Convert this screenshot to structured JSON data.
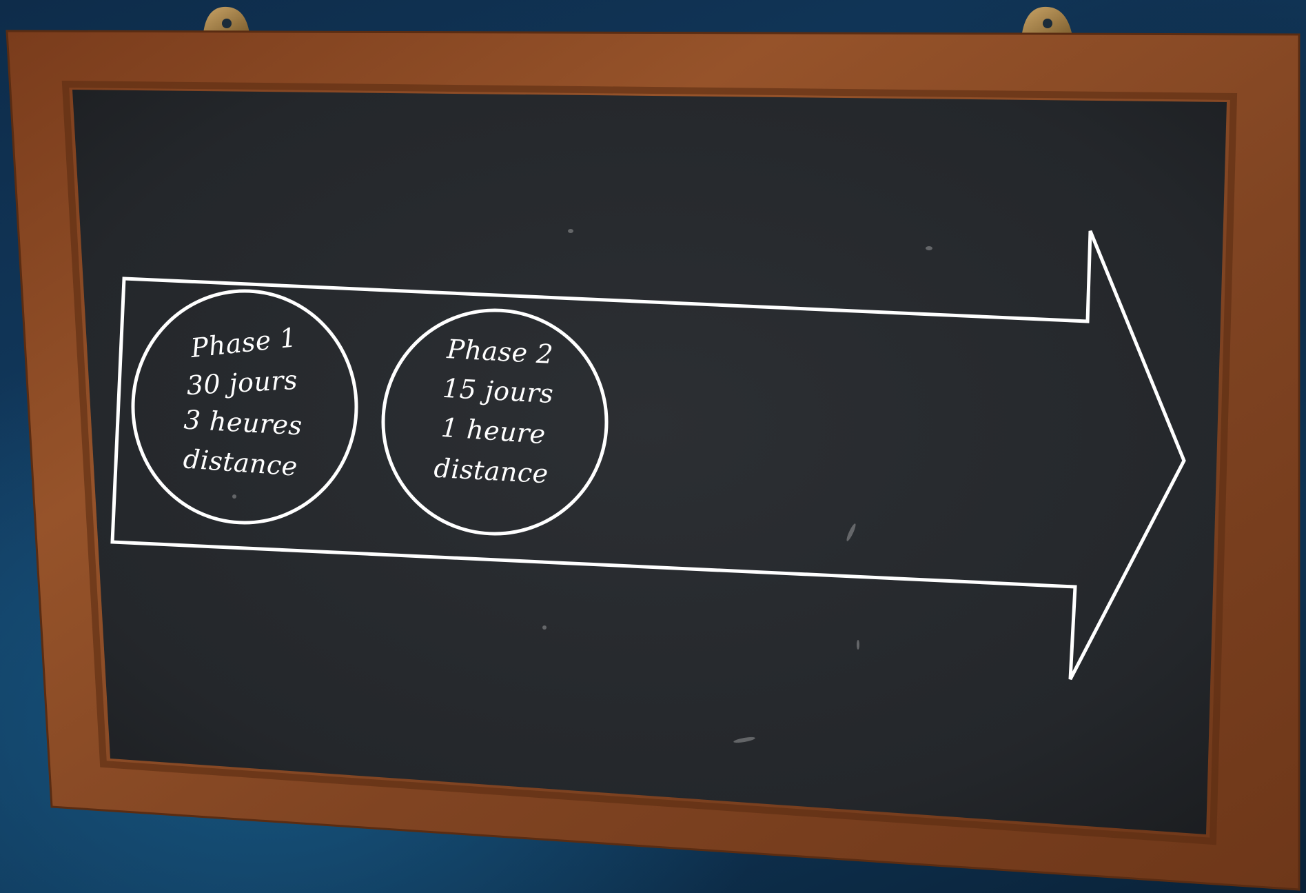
{
  "diagram": {
    "phases": [
      {
        "title": "Phase 1",
        "duration": "30 jours",
        "hours": "3 heures",
        "mode": "distance"
      },
      {
        "title": "Phase 2",
        "duration": "15 jours",
        "hours": "1 heure",
        "mode": "distance"
      }
    ]
  },
  "colors": {
    "background": "#123b60",
    "frame": "#8a4a22",
    "board": "#26292d",
    "chalk": "#ffffff"
  }
}
